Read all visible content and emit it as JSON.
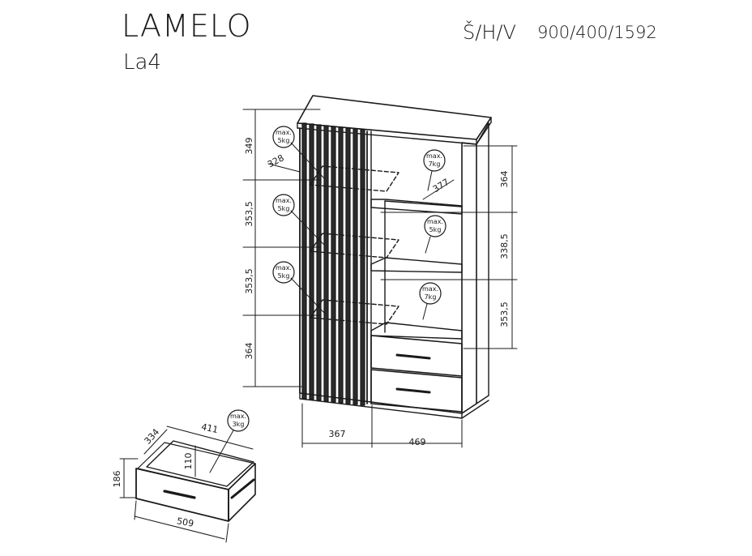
{
  "header": {
    "product_name": "LAMELO",
    "model_code": "La4",
    "dimension_label": "Š/H/V",
    "dimension_value": "900/400/1592"
  },
  "dimensions": {
    "left_shelf_1": "349",
    "left_shelf_2": "353,5",
    "left_shelf_3": "353,5",
    "left_shelf_4": "364",
    "left_depth": "328",
    "right_shelf_1": "364",
    "right_shelf_2": "338,5",
    "right_shelf_3": "353,5",
    "right_depth": "377",
    "bottom_left_width": "367",
    "bottom_right_width": "469",
    "drawer_depth": "334",
    "drawer_inner_width": "411",
    "drawer_inner_height": "110",
    "drawer_height": "186",
    "drawer_width": "509"
  },
  "load_badges": {
    "line1": "max.",
    "left_1": "5kg",
    "left_2": "5kg",
    "left_3": "5kg",
    "right_1": "7kg",
    "right_2": "5kg",
    "right_3": "7kg",
    "drawer": "3kg"
  },
  "colors": {
    "line": "#1a1a1a",
    "lamella": "#2b2b2b",
    "background": "#ffffff"
  }
}
